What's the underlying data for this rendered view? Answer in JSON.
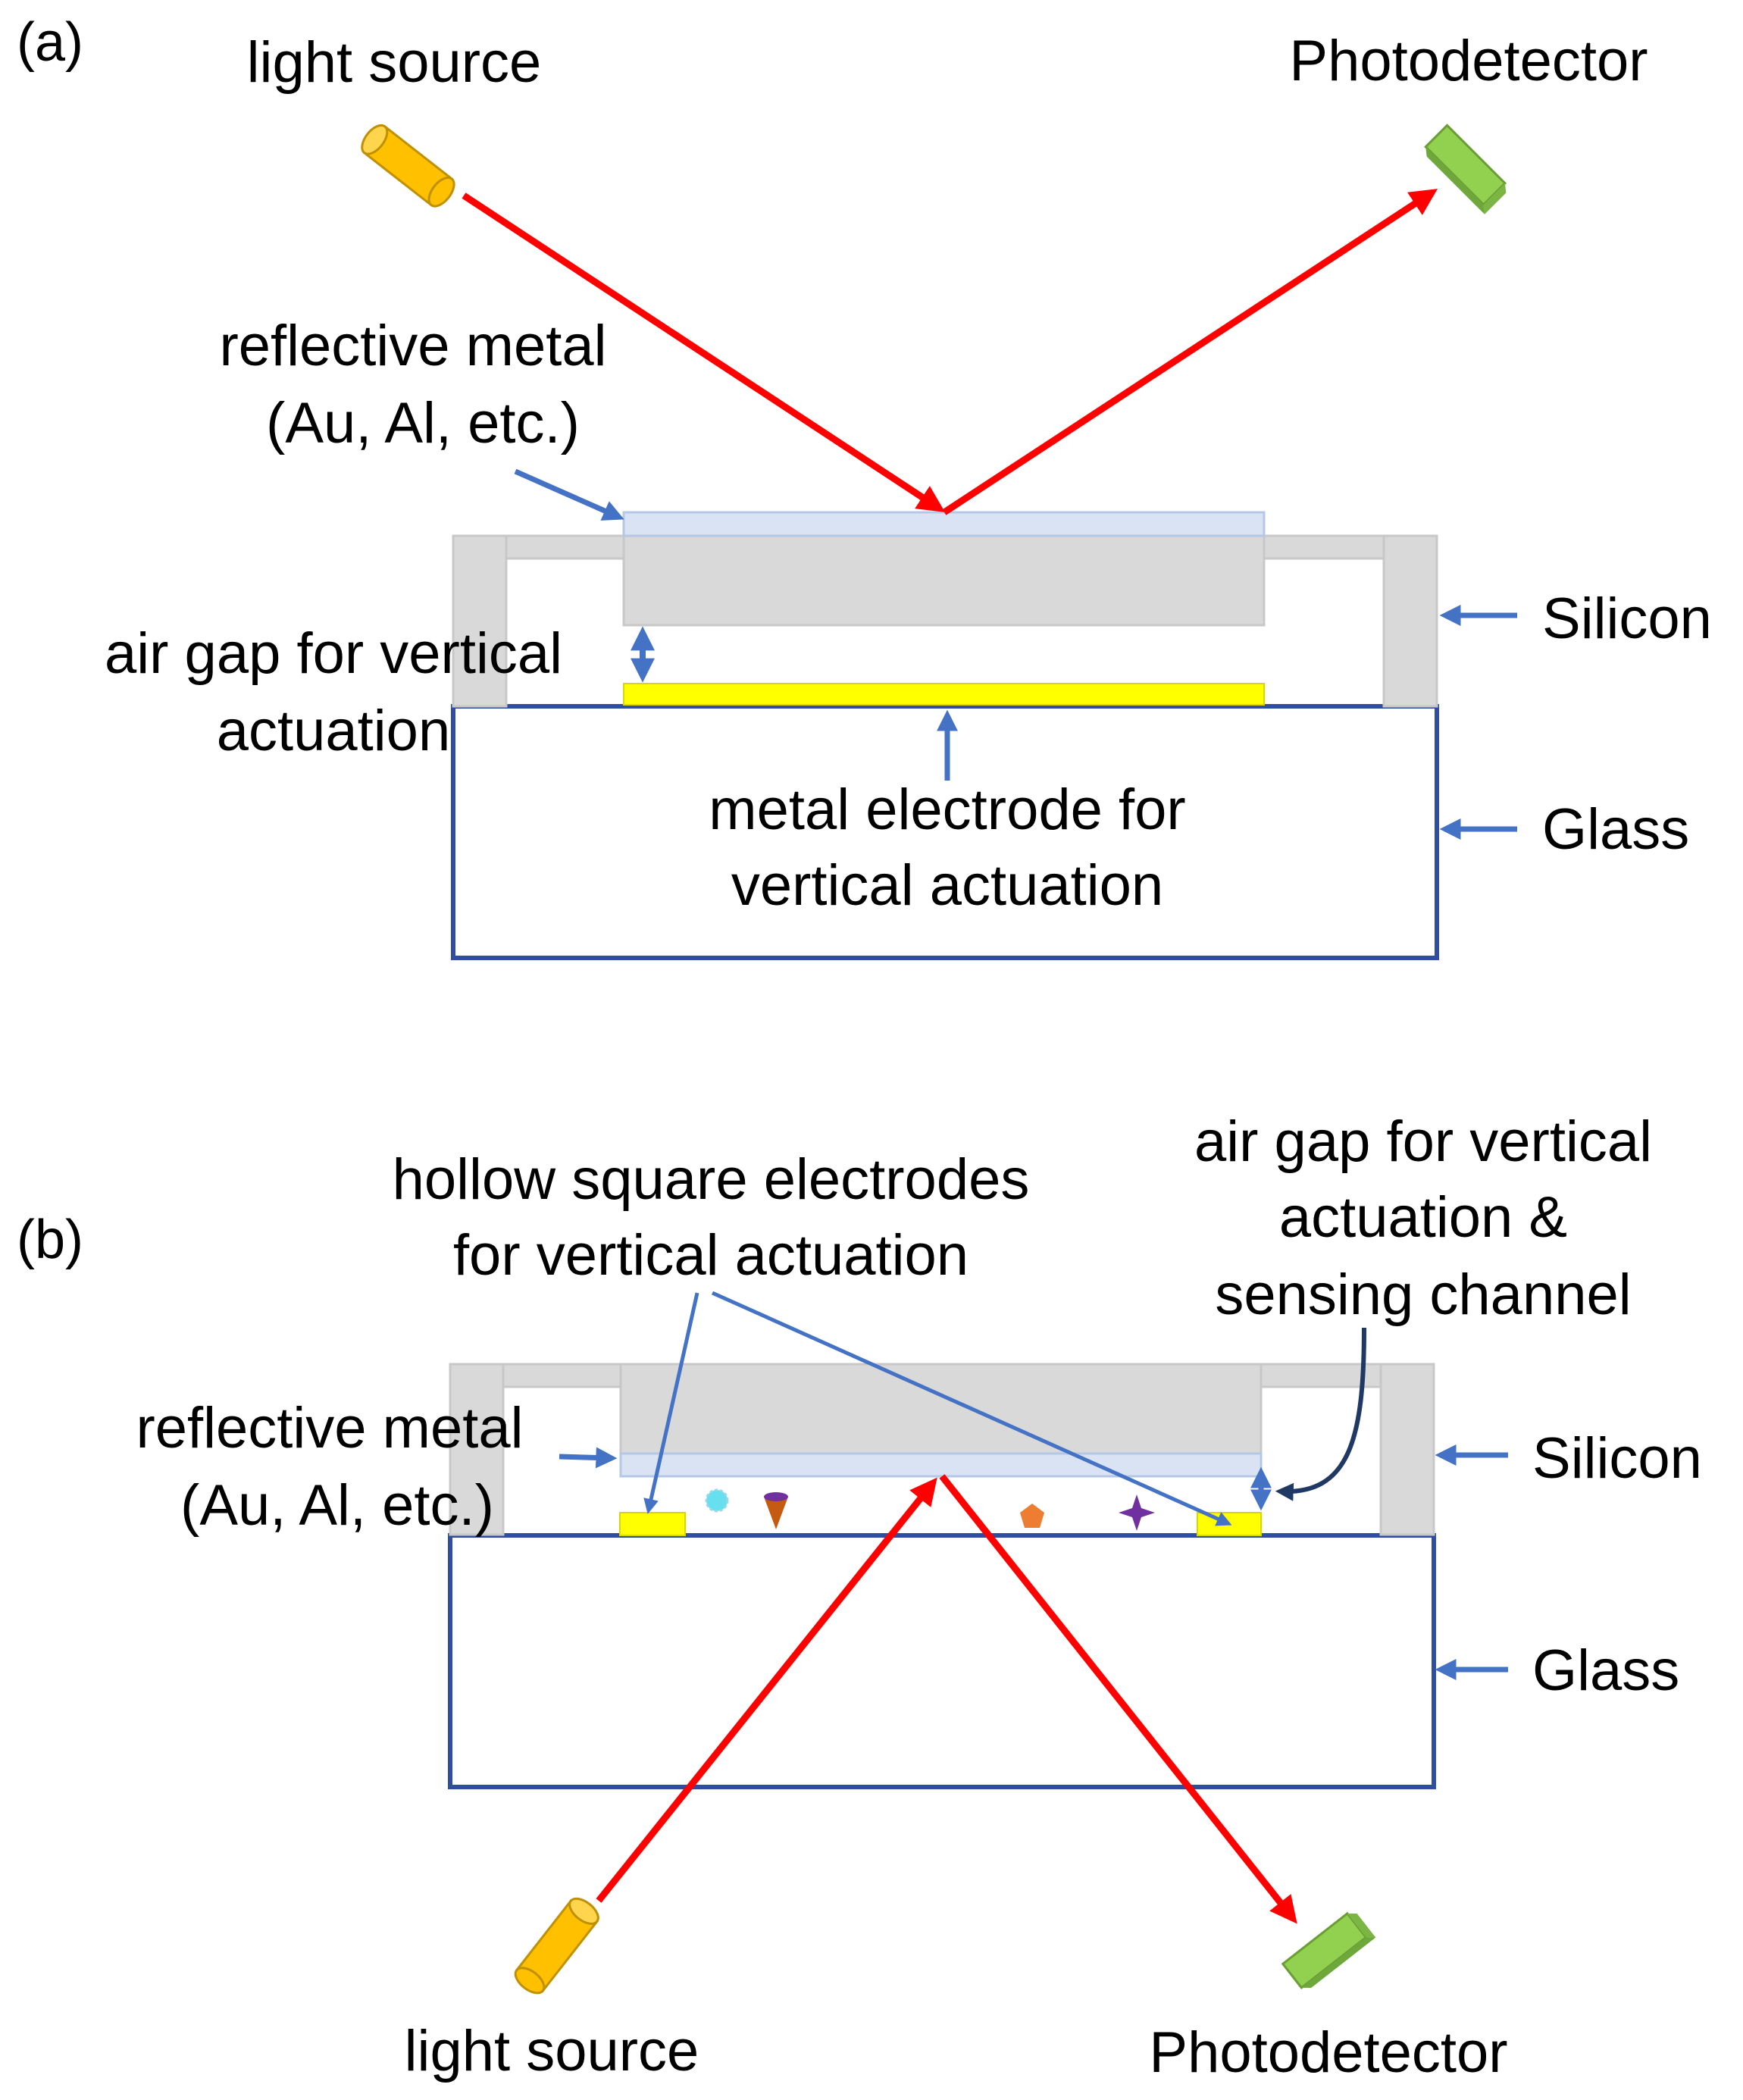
{
  "colors": {
    "silicon": "#d9d9d9",
    "reflective_metal": "#dae3f3",
    "glass_outline": "#2f4ea1",
    "electrode": "#ffff00",
    "beam": "#ff0000",
    "annotation_arrow": "#4472c4",
    "dark_arrow": "#203864",
    "light_source": "#ffc000",
    "photodetector": "#92d050"
  },
  "panel_a": {
    "label": "(a)",
    "light_source": "light source",
    "photodetector": "Photodetector",
    "reflective_metal_line1": "reflective metal",
    "reflective_metal_line2": "(Au, Al, etc.)",
    "air_gap_line1": "air gap for vertical",
    "air_gap_line2": "actuation",
    "electrode_line1": "metal electrode for",
    "electrode_line2": "vertical actuation",
    "silicon": "Silicon",
    "glass": "Glass"
  },
  "panel_b": {
    "label": "(b)",
    "electrodes_line1": "hollow square electrodes",
    "electrodes_line2": "for vertical actuation",
    "air_gap_line1": "air gap for vertical",
    "air_gap_line2": "actuation &",
    "air_gap_line3": "sensing channel",
    "reflective_metal_line1": "reflective metal",
    "reflective_metal_line2": "(Au, Al, etc.)",
    "silicon": "Silicon",
    "glass": "Glass",
    "light_source": "light source",
    "photodetector": "Photodetector",
    "particle_icons": [
      "circle-particle-icon",
      "cone-particle-icon",
      "pentagon-particle-icon",
      "star-particle-icon"
    ]
  }
}
